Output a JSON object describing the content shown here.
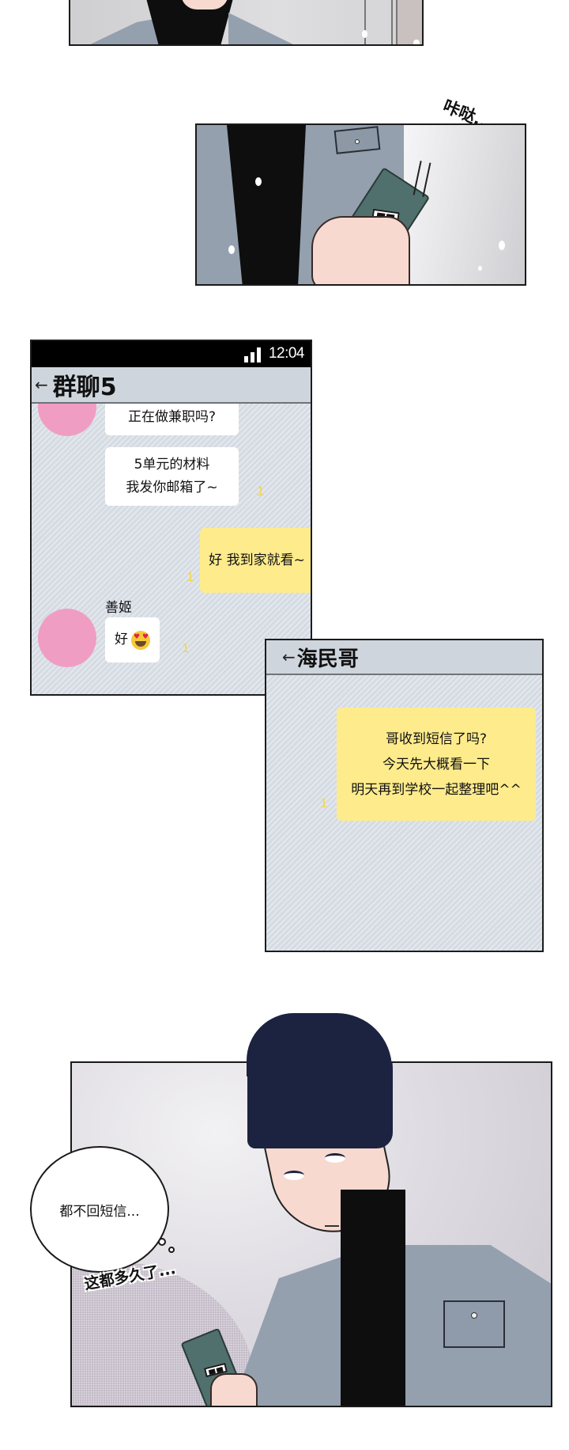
{
  "panels": {
    "top": {
      "description": "cropped panel: man in grey jacket and black turtleneck"
    },
    "phone_in_hand": {
      "sfx": "咔哒.."
    },
    "bottom": {
      "thought": "都不回短信...",
      "sfx": "这都多久了..."
    }
  },
  "group_chat": {
    "status_bar": {
      "signal_icon": "signal-bars-icon",
      "time": "12:04"
    },
    "header": {
      "back_icon": "←",
      "title": "群聊5"
    },
    "messages": [
      {
        "direction": "in",
        "sender": "",
        "lines": [
          "正在做兼职吗?"
        ],
        "read_count": ""
      },
      {
        "direction": "in",
        "sender": "",
        "lines": [
          "5单元的材料",
          "我发你邮箱了~"
        ],
        "read_count": "1"
      },
      {
        "direction": "out",
        "sender": "",
        "lines": [
          "好 我到家就看~"
        ],
        "read_count": "1"
      },
      {
        "direction": "in",
        "sender": "善姬",
        "lines": [
          "好"
        ],
        "emoji": "heart-eyes-emoji",
        "read_count": "1"
      }
    ]
  },
  "direct_chat": {
    "header": {
      "back_icon": "←",
      "title": "海民哥"
    },
    "messages": [
      {
        "direction": "out",
        "lines": [
          "哥收到短信了吗?",
          "今天先大概看一下",
          "明天再到学校一起整理吧^^"
        ],
        "read_count": "1"
      }
    ]
  },
  "colors": {
    "outgoing_bubble": "#fdeb8c",
    "incoming_bubble": "#ffffff",
    "chat_background": "#d5dbe3",
    "header_background": "#cfd5dd",
    "avatar": "#f09dc4",
    "read_count": "#f2d64a"
  }
}
